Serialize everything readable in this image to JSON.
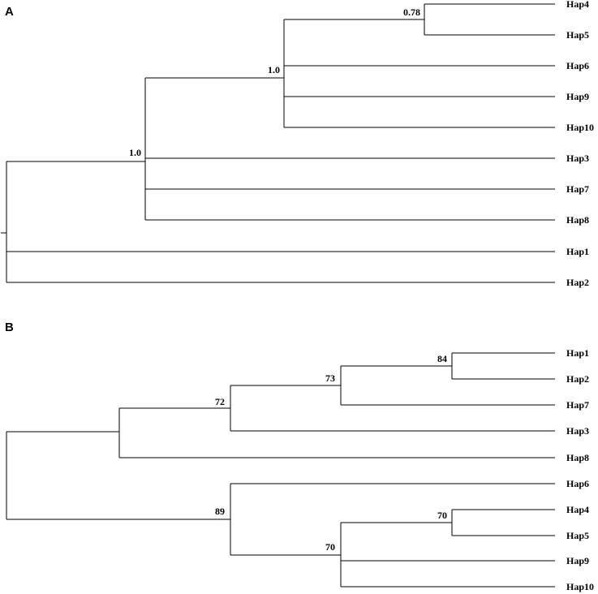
{
  "panels": [
    {
      "label": "A",
      "support_values": {
        "hap4_hap5": "0.78",
        "inner_clade": "1.0",
        "outer_clade": "1.0"
      },
      "taxa": [
        "Hap4",
        "Hap5",
        "Hap6",
        "Hap9",
        "Hap10",
        "Hap3",
        "Hap7",
        "Hap8",
        "Hap1",
        "Hap2"
      ]
    },
    {
      "label": "B",
      "support_values": {
        "hap1_hap2": "84",
        "hap1_hap2_hap7": "73",
        "hap3_group": "72",
        "hap6_group": "89",
        "hap4_hap5": "70",
        "hap4_9_10_group": "70"
      },
      "taxa": [
        "Hap1",
        "Hap2",
        "Hap7",
        "Hap3",
        "Hap8",
        "Hap6",
        "Hap4",
        "Hap5",
        "Hap9",
        "Hap10"
      ]
    }
  ]
}
